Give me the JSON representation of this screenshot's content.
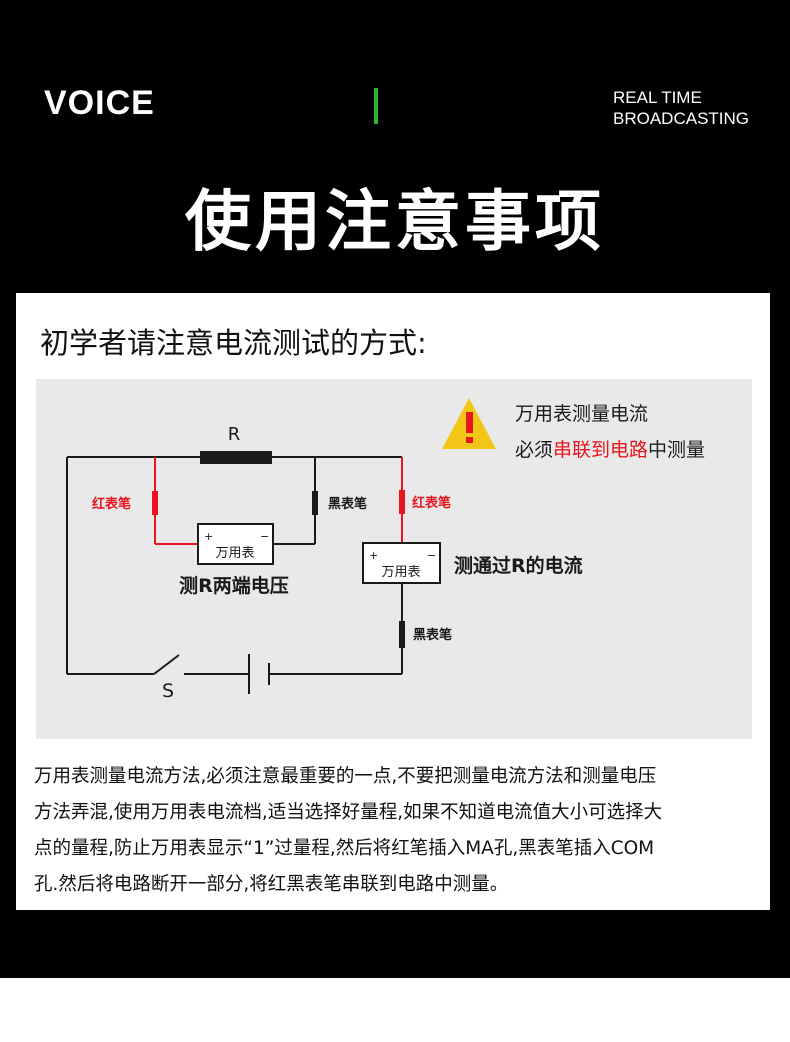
{
  "header": {
    "brand": "VOICE",
    "tagline_line1": "REAL TIME",
    "tagline_line2": "BROADCASTING",
    "accent_color": "#2db52d"
  },
  "title": "使用注意事项",
  "card": {
    "heading": "初学者请注意电流测试的方式:",
    "diagram": {
      "resistor_label": "R",
      "left_red_probe": "红表笔",
      "left_black_probe": "黑表笔",
      "right_red_probe": "红表笔",
      "right_black_probe": "黑表笔",
      "meter_label": "万用表",
      "meter_plus": "+",
      "meter_minus": "−",
      "left_caption": "测R两端电压",
      "right_caption": "测通过R的电流",
      "switch_label": "S",
      "warning_line1": "万用表测量电流",
      "warning_line2_prefix": "必须",
      "warning_line2_highlight": "串联到电路",
      "warning_line2_suffix": "中测量",
      "warning_icon": "warning-triangle-icon",
      "highlight_color": "#e8141e"
    },
    "body_lines": [
      "万用表测量电流方法,必须注意最重要的一点,不要把测量电流方法和测量电压",
      "方法弄混,使用万用表电流档,适当选择好量程,如果不知道电流值大小可选择大",
      "点的量程,防止万用表显示“1”过量程,然后将红笔插入MA孔,黑表笔插入COM",
      "孔.然后将电路断开一部分,将红黑表笔串联到电路中测量。"
    ]
  }
}
